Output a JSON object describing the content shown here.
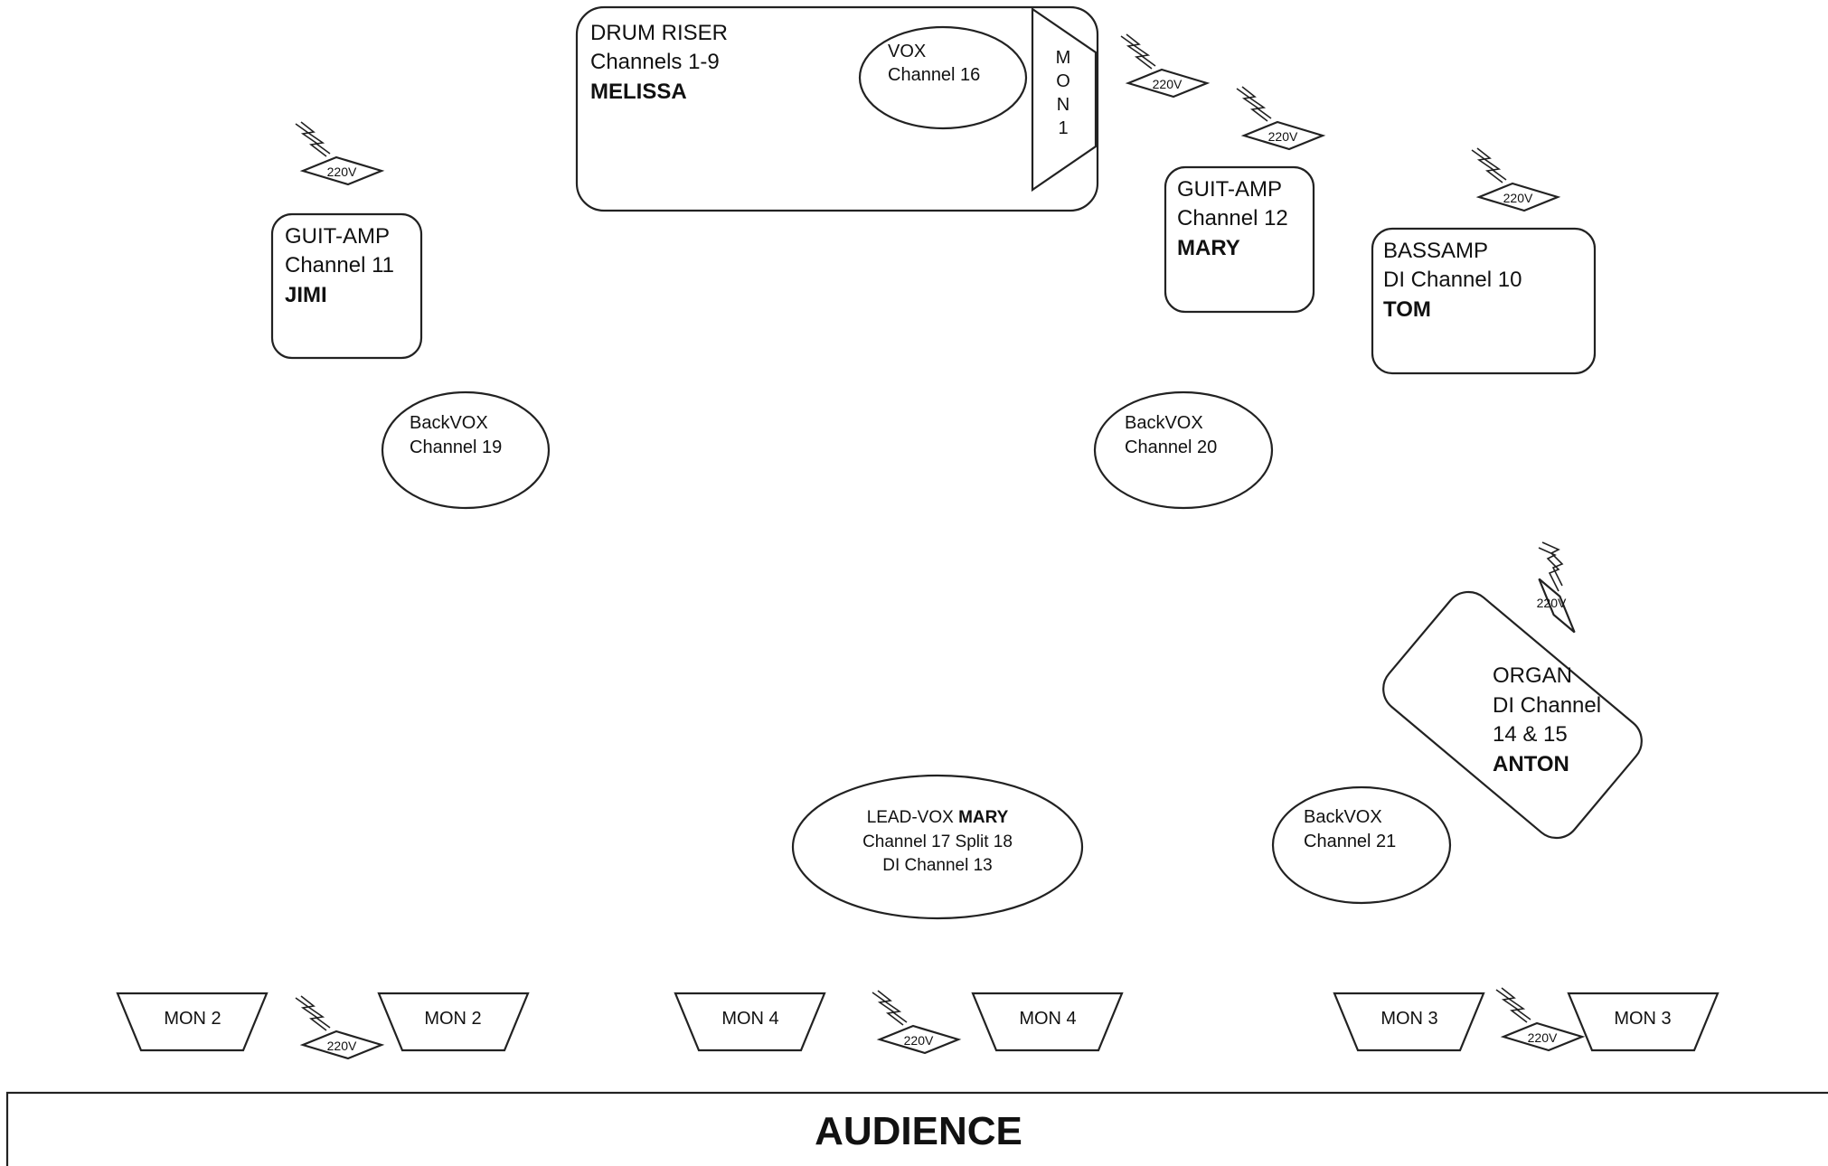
{
  "drum_riser": {
    "title": "DRUM RISER",
    "channels": "Channels 1-9",
    "name": "MELISSA",
    "vox_label": "VOX",
    "vox_channel": "Channel 16",
    "mon1": [
      "M",
      "O",
      "N",
      "1"
    ]
  },
  "guit_amp_left": {
    "title": "GUIT-AMP",
    "channel": "Channel 11",
    "name": "JIMI"
  },
  "guit_amp_right": {
    "title": "GUIT-AMP",
    "channel": "Channel 12",
    "name": "MARY"
  },
  "bass_amp": {
    "title": "BASSAMP",
    "channel": "DI Channel 10",
    "name": "TOM"
  },
  "organ": {
    "title": "ORGAN",
    "line2": "DI Channel",
    "line3": "14 & 15",
    "name": "ANTON"
  },
  "back_vox": [
    {
      "label": "BackVOX",
      "channel": "Channel 19"
    },
    {
      "label": "BackVOX",
      "channel": "Channel 20"
    },
    {
      "label": "BackVOX",
      "channel": "Channel  21"
    }
  ],
  "lead_vox": {
    "label": "LEAD-VOX ",
    "name": "MARY",
    "line2": "Channel  17 Split 18",
    "line3": "DI Channel 13"
  },
  "monitors": [
    "MON 2",
    "MON 2",
    "MON 4",
    "MON 4",
    "MON 3",
    "MON 3"
  ],
  "power_label": "220V",
  "audience": "AUDIENCE"
}
